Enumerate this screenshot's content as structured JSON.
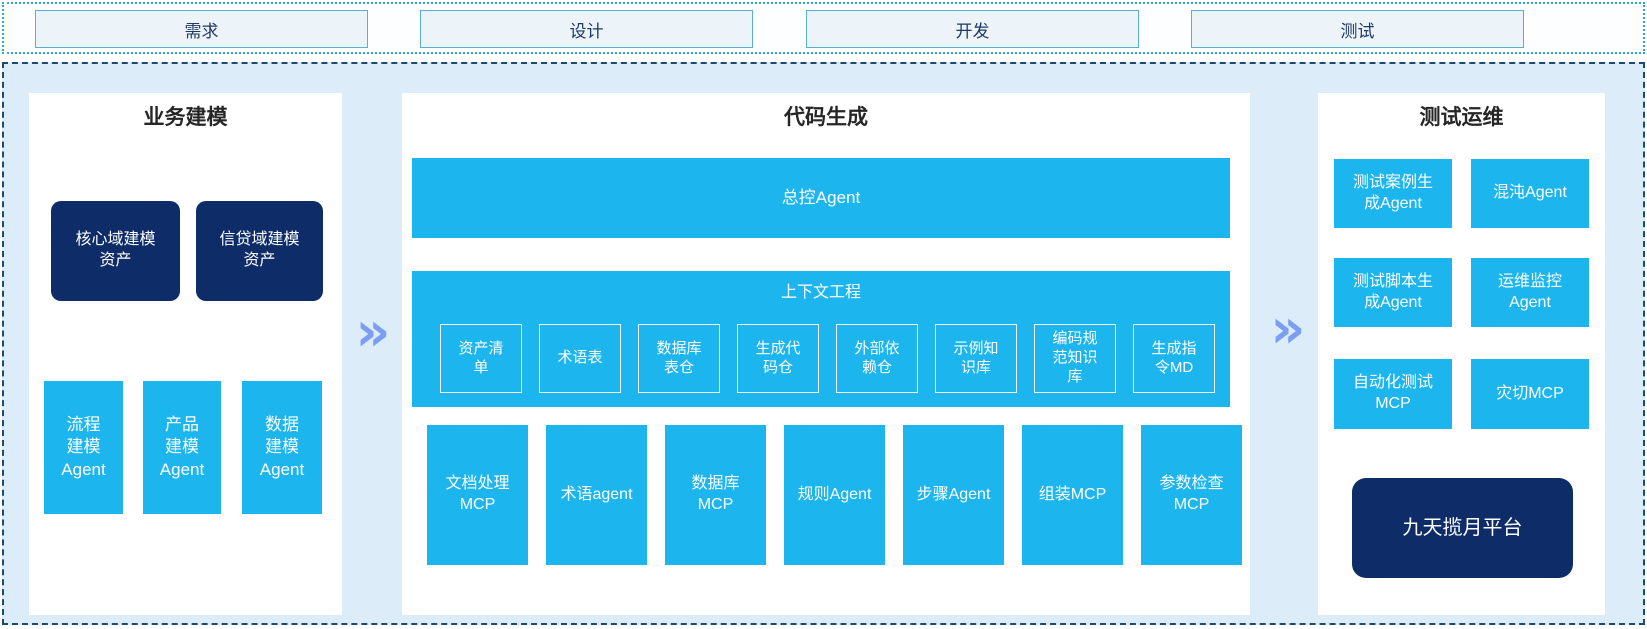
{
  "phases": [
    {
      "label": "需求"
    },
    {
      "label": "设计"
    },
    {
      "label": "开发"
    },
    {
      "label": "测试"
    }
  ],
  "panels": {
    "business_modeling": {
      "title": "业务建模",
      "asset_boxes": [
        {
          "label": "核心域建模\n资产"
        },
        {
          "label": "信贷域建模\n资产"
        }
      ],
      "agent_boxes": [
        {
          "label": "流程\n建模\nAgent"
        },
        {
          "label": "产品\n建模\nAgent"
        },
        {
          "label": "数据\n建模\nAgent"
        }
      ]
    },
    "code_generation": {
      "title": "代码生成",
      "master_agent": "总控Agent",
      "context_engineering": {
        "title": "上下文工程",
        "items": [
          "资产清\n单",
          "术语表",
          "数据库\n表仓",
          "生成代\n码仓",
          "外部依\n赖仓",
          "示例知\n识库",
          "编码规\n范知识\n库",
          "生成指\n令MD"
        ]
      },
      "tools": [
        "文档处理\nMCP",
        "术语agent",
        "数据库\nMCP",
        "规则Agent",
        "步骤Agent",
        "组装MCP",
        "参数检查\nMCP"
      ]
    },
    "test_ops": {
      "title": "测试运维",
      "boxes": [
        "测试案例生\n成Agent",
        "混沌Agent",
        "测试脚本生\n成Agent",
        "运维监控\nAgent",
        "自动化测试\nMCP",
        "灾切MCP"
      ],
      "platform": "九天揽月平台"
    }
  },
  "arrows": {
    "symbol": "»"
  },
  "colors": {
    "accent_cyan": "#1db5ee",
    "navy": "#0d2c68",
    "canvas_bg": "#dcedf9",
    "phase_fill": "#edf4f9",
    "phase_border": "#57b0d4",
    "phase_text": "#1f3864",
    "dotted_border": "#2fa9d1",
    "dashed_border": "#1d4a6d",
    "arrow_blue": "#7b9ef2",
    "title_text": "#262626"
  }
}
